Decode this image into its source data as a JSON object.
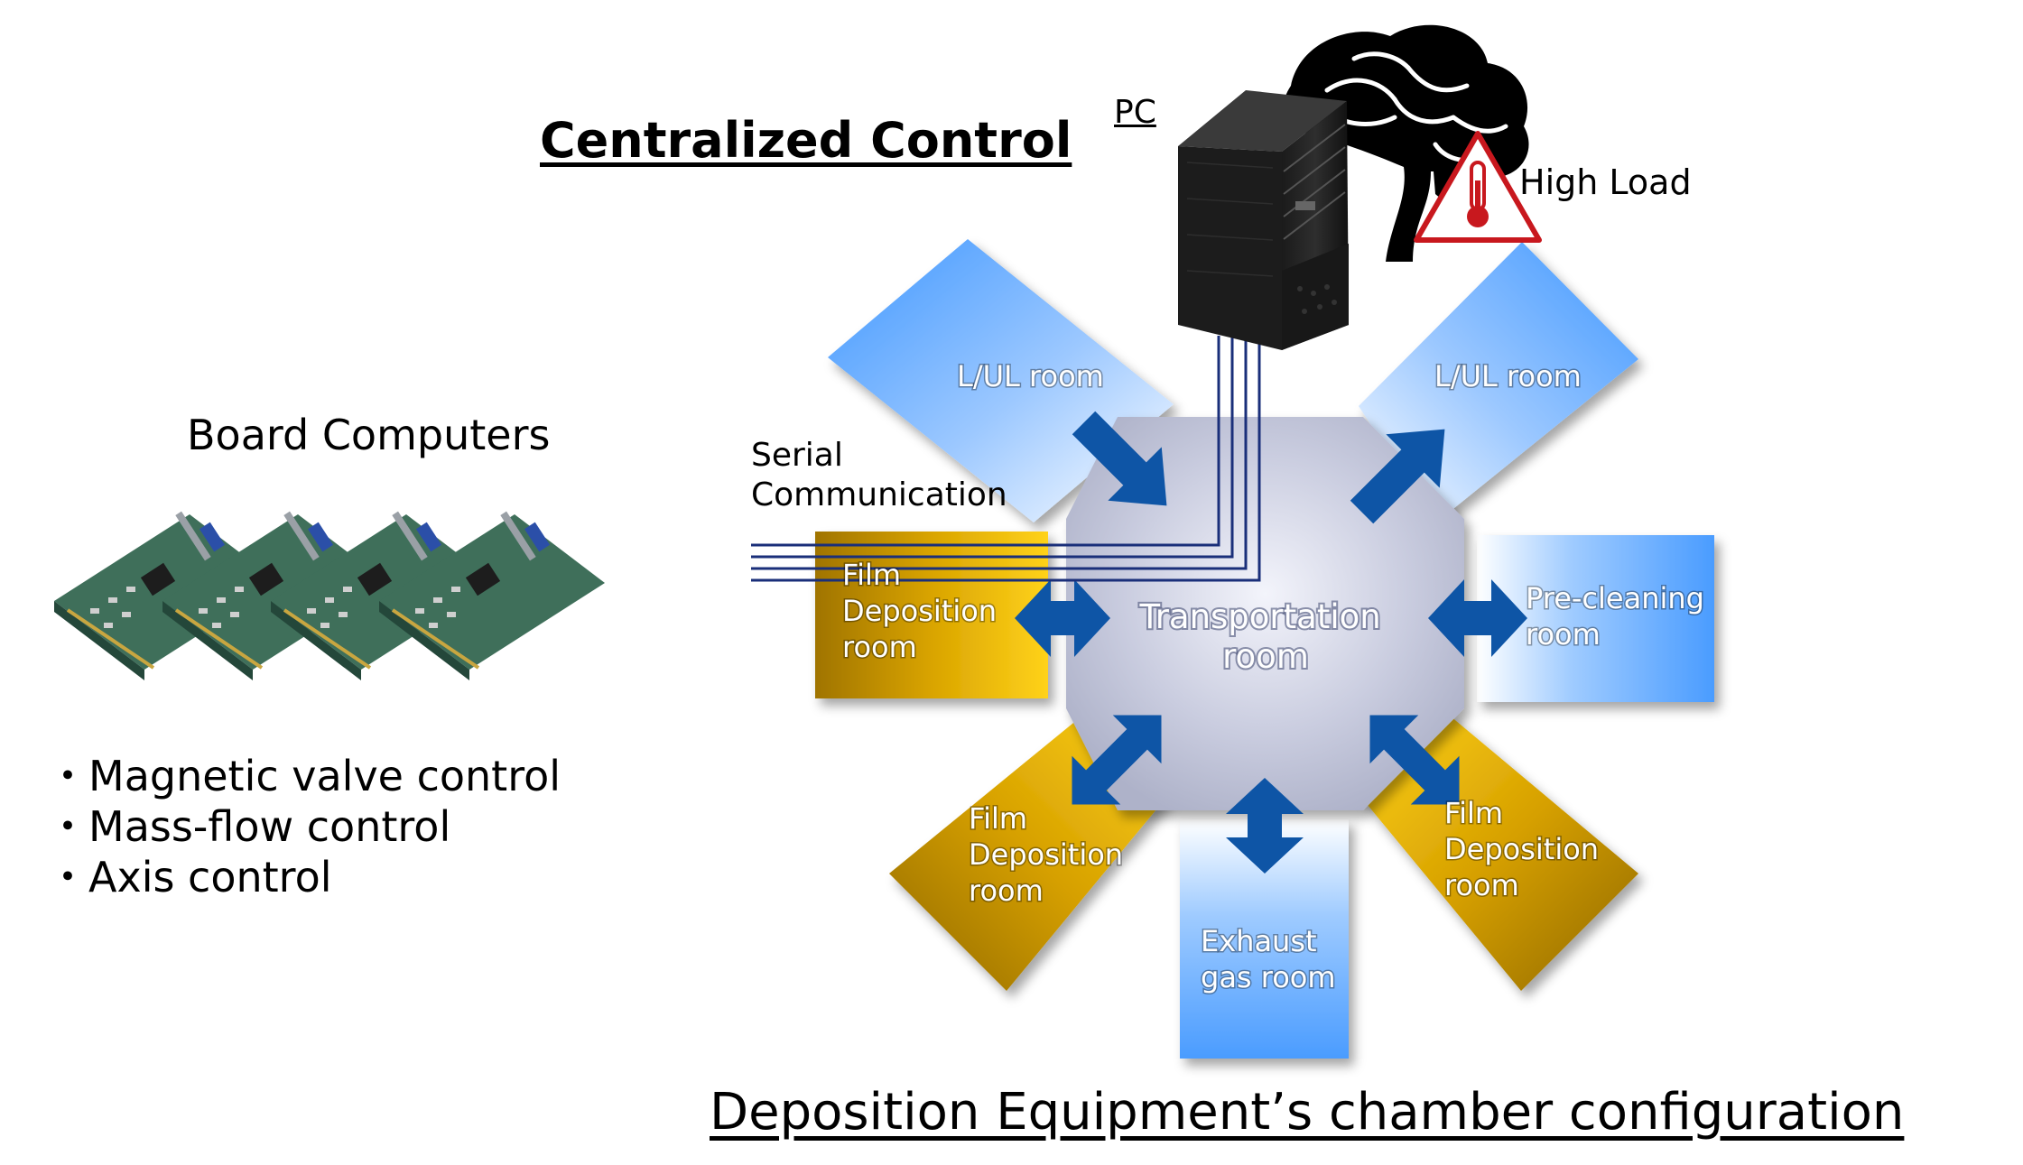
{
  "title": "Centralized Control",
  "pc_label": "PC",
  "high_load": "High Load",
  "board_title": "Board Computers",
  "serial": [
    "Serial",
    "Communication"
  ],
  "bullets": [
    "・Magnetic valve control",
    "・Mass-flow control",
    "・Axis control"
  ],
  "footer": "Deposition Equipment’s chamber configuration",
  "center": [
    "Transportation",
    "room"
  ],
  "rooms": {
    "lul_left": [
      "L/UL room"
    ],
    "lul_right": [
      "L/UL room"
    ],
    "film_left": [
      "Film",
      "Deposition",
      "room"
    ],
    "pre_cleaning": [
      "Pre-cleaning",
      "room"
    ],
    "film_bottom_left": [
      "Film",
      "Deposition",
      "room"
    ],
    "exhaust": [
      "Exhaust",
      "gas room"
    ],
    "film_bottom_right": [
      "Film",
      "Deposition",
      "room"
    ]
  },
  "colors": {
    "blue_room": "#4aa0ff",
    "gold_room": "#e8b300",
    "arrow": "#0e55a6",
    "warning": "#c8181e",
    "serial_line": "#1a2f7a"
  },
  "icons": [
    "brain-icon",
    "pc-tower-icon",
    "thermometer-warning-icon",
    "circuit-board-icon"
  ]
}
